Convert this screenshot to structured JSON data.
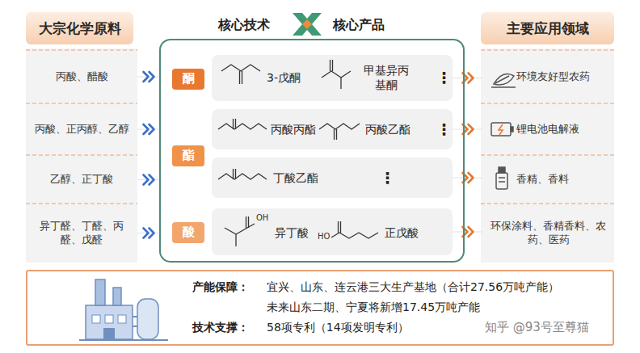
{
  "diagram": {
    "nodes": [
      {
        "text": [
          "大宗化学原料"
        ]
      },
      {
        "text": [
          "丙酸、醋酸"
        ]
      },
      {
        "text": [
          "丙酸、正丙醇、乙醇"
        ]
      },
      {
        "text": [
          "乙醇、正丁酸"
        ]
      },
      {
        "text": [
          "异丁醛、丁醛、丙醛、戊醛"
        ]
      },
      {
        "text": [
          "核心技术",
          "核心产品"
        ]
      },
      {
        "text": [
          "酮"
        ],
        "in": 5
      },
      {
        "text": [
          "3-戊酮",
          "甲基异丙基酮",
          "⋮"
        ],
        "in": 5
      },
      {
        "text": [
          "酯"
        ],
        "in": 5
      },
      {
        "text": [
          "丙酸丙酯",
          "丙酸乙酯",
          "⋮"
        ],
        "in": 5
      },
      {
        "text": [
          "丁酸乙酯",
          "⋮"
        ],
        "in": 5
      },
      {
        "text": [
          "酸"
        ],
        "in": 5
      },
      {
        "text": [
          "异丁酸",
          "正戊酸"
        ],
        "in": 5
      },
      {
        "text": [
          "主要应用领域"
        ]
      },
      {
        "text": [
          "环境友好型农药"
        ]
      },
      {
        "text": [
          "锂电池电解液"
        ]
      },
      {
        "text": [
          "香精、香料"
        ]
      },
      {
        "text": [
          "环保涂料、香精香料、农药、医药"
        ]
      },
      {
        "text": [
          "产能保障：",
          "宜兴、山东、连云港三大生产基地（合计27.56万吨产能）",
          "未来山东二期、宁夏将新增17.45万吨产能",
          "技术支撑：",
          "58项专利（14项发明专利）"
        ]
      }
    ],
    "edges": [
      {
        "from": 1,
        "to": 5,
        "arrow": "to"
      },
      {
        "from": 2,
        "to": 5,
        "arrow": "to"
      },
      {
        "from": 3,
        "to": 5,
        "arrow": "to"
      },
      {
        "from": 4,
        "to": 5,
        "arrow": "to"
      },
      {
        "from": 7,
        "to": 14,
        "arrow": "to"
      },
      {
        "from": 9,
        "to": 15,
        "arrow": "to"
      },
      {
        "from": 10,
        "to": 16,
        "arrow": "to"
      },
      {
        "from": 12,
        "to": 17,
        "arrow": "to"
      }
    ],
    "labels": [
      "OH",
      "HO",
      "知乎 @93号至尊猫"
    ]
  }
}
